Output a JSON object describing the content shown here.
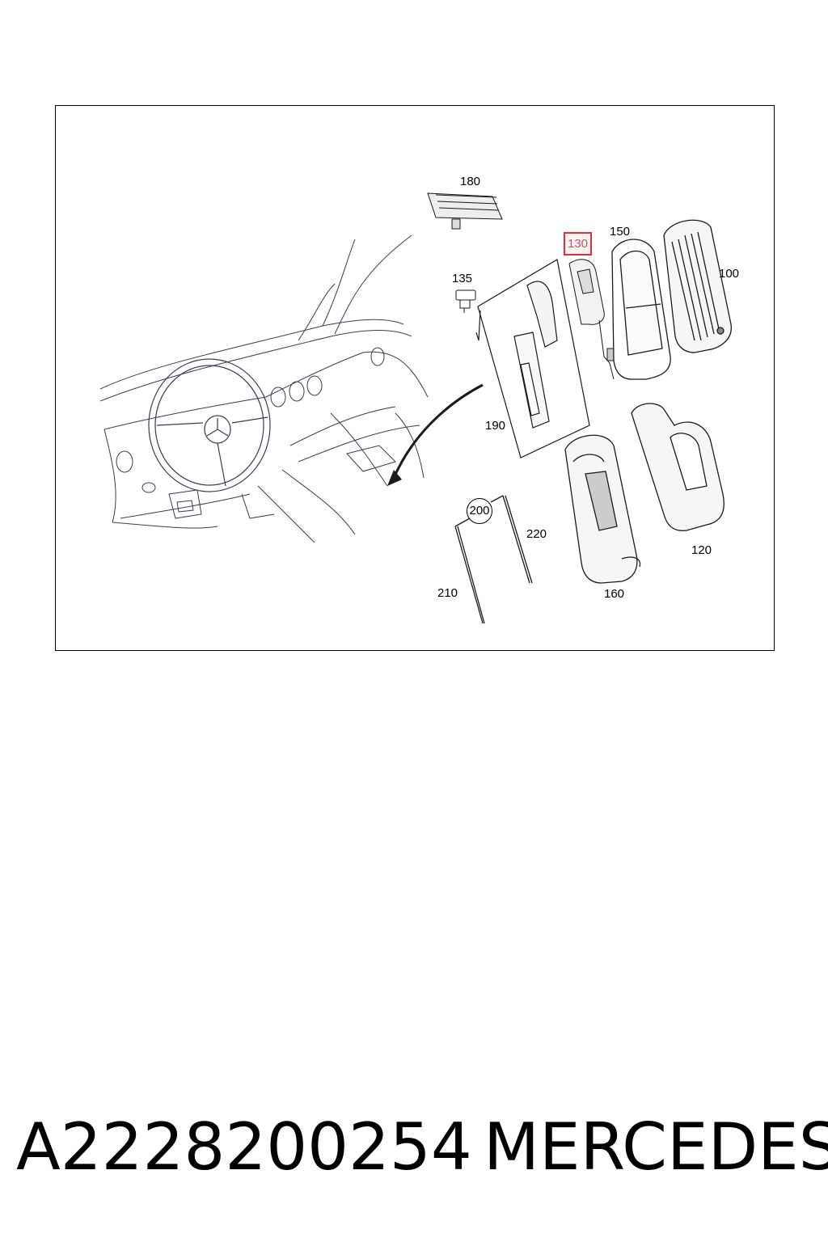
{
  "callouts": {
    "c180": "180",
    "c130": "130",
    "c150": "150",
    "c135": "135",
    "c100": "100",
    "c190": "190",
    "c200": "200",
    "c220": "220",
    "c120": "120",
    "c210": "210",
    "c160": "160"
  },
  "caption": {
    "part_number": "A2228200254",
    "brand": "MERCEDES"
  },
  "colors": {
    "line": "#1a1a1a",
    "dashboard_line": "#3a3a5a",
    "highlight": "#e03030"
  }
}
